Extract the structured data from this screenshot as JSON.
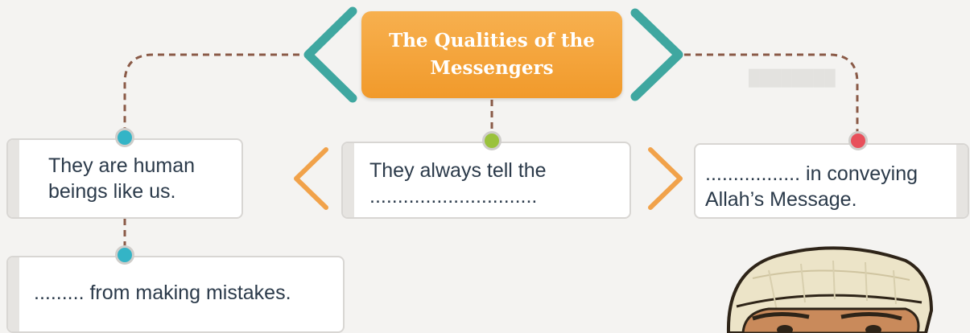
{
  "title": "The Qualities of the Messengers",
  "nodes": {
    "human": "They are human beings like us.",
    "tell": "They always tell the ..............................",
    "conveying": "................. in conveying Allah’s Message.",
    "mistakes": "......... from making mistakes."
  },
  "colors": {
    "title_fill": "#f19a2b",
    "teal": "#3fa7a0",
    "orange": "#f1a24a",
    "connector": "#8a5a47",
    "dot_blue": "#34b4c6",
    "dot_green": "#9ac23c",
    "dot_red": "#e8505b"
  },
  "icons": [
    "boy-illustration"
  ]
}
